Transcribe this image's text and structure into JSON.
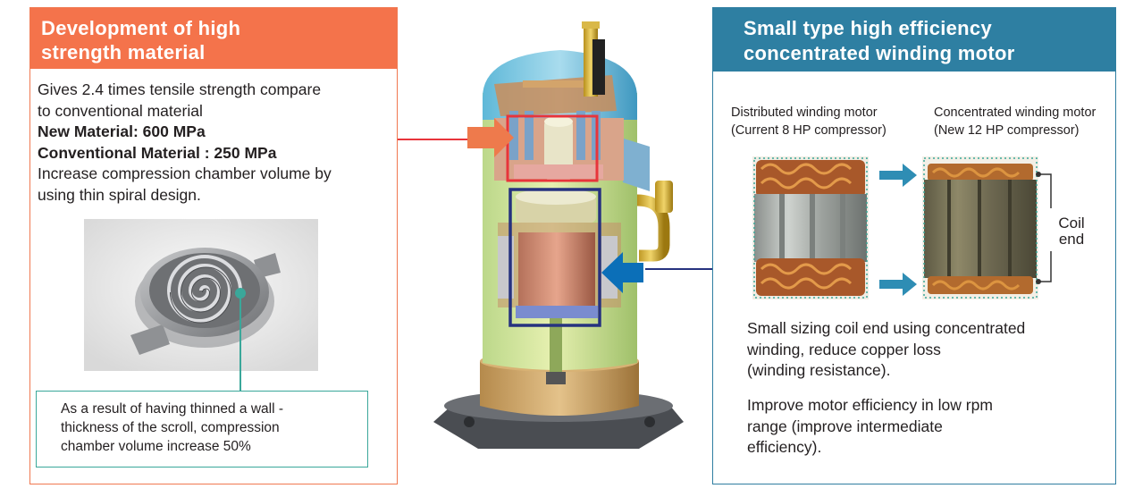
{
  "left_panel": {
    "title": "Development of high\nstrength material",
    "lines": [
      "Gives 2.4 times tensile strength compare",
      "to conventional material",
      "New Material: 600 MPa",
      "Conventional Material : 250 MPa",
      "Increase compression chamber volume by",
      "using thin spiral design."
    ],
    "callout_lines": [
      "As a result of having thinned a wall -",
      "thickness of the scroll, compression",
      "chamber volume increase 50%"
    ]
  },
  "right_panel": {
    "title": "Small type high efficiency\nconcentrated winding motor",
    "distributed_label": "Distributed winding motor\n(Current 8 HP compressor)",
    "concentrated_label": "Concentrated winding motor\n(New 12 HP compressor)",
    "coil_end_label": "Coil\nend",
    "paragraph1": [
      "Small sizing coil end using concentrated",
      "winding, reduce copper loss",
      "(winding resistance)."
    ],
    "paragraph2": [
      "Improve motor efficiency in low rpm",
      "range (improve intermediate",
      "efficiency)."
    ]
  },
  "colors": {
    "orange": "#f4734b",
    "blue": "#2e7fa2",
    "teal": "#3aa79a",
    "red_box": "#e8343b",
    "navy_box": "#26327f",
    "arrow_blue": "#0b6fb8"
  }
}
